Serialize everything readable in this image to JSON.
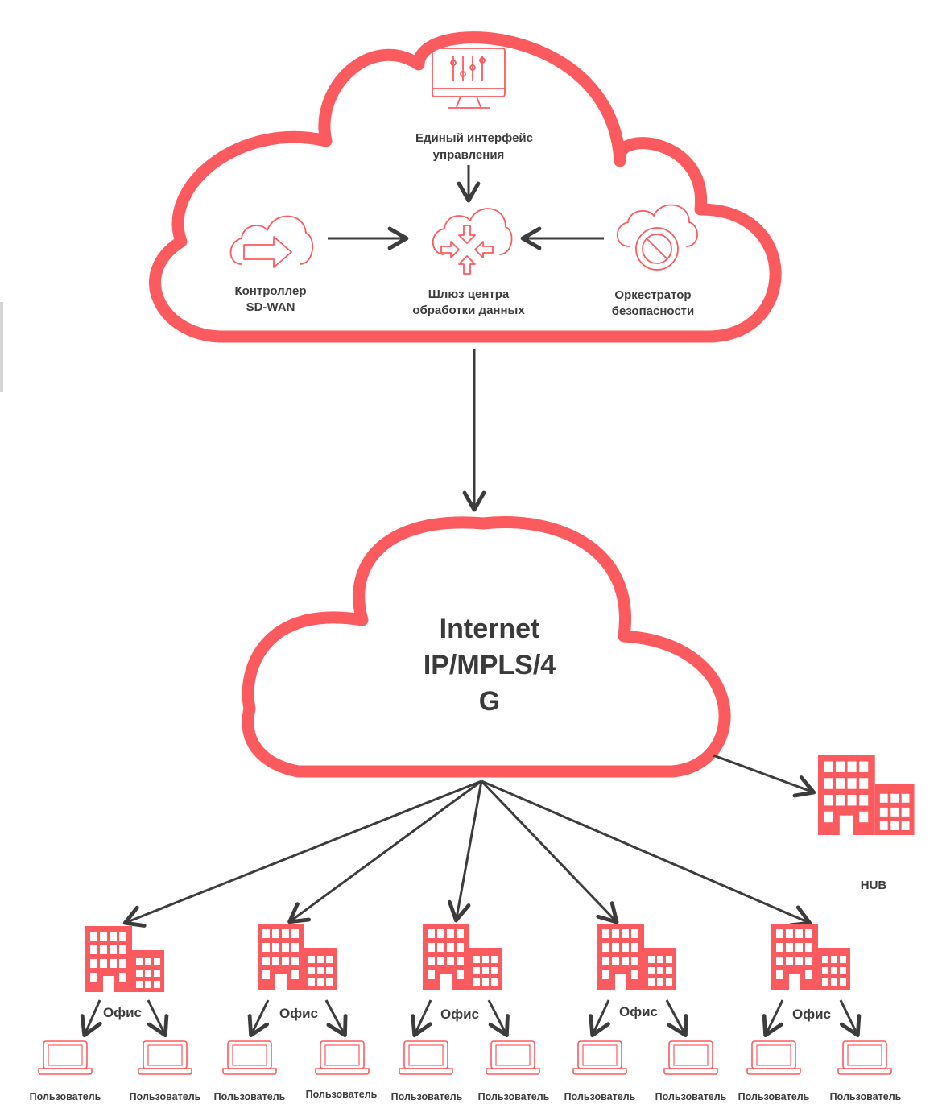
{
  "colors": {
    "accent": "#fb5a5f",
    "arrow": "#3c3c3c",
    "text": "#3c3c3c"
  },
  "top_cloud": {
    "management": {
      "icon": "monitor-sliders-icon",
      "line1": "Единый интерфейс",
      "line2": "управления"
    },
    "controller": {
      "icon": "cloud-arrow-icon",
      "line1": "Контроллер",
      "line2": "SD-WAN"
    },
    "gateway": {
      "icon": "cloud-router-icon",
      "line1": "Шлюз центра",
      "line2": "обработки данных"
    },
    "orchestrator": {
      "icon": "cloud-block-icon",
      "line1": "Оркестратор",
      "line2": "безопасности"
    }
  },
  "internet_cloud": {
    "line1": "Internet",
    "line2": "IP/MPLS/4",
    "line3": "G"
  },
  "hub": {
    "icon": "building-icon",
    "label": "HUB"
  },
  "offices": [
    {
      "label": "Офис",
      "users": [
        "Пользователь",
        "Пользователь"
      ]
    },
    {
      "label": "Офис",
      "users": [
        "Пользователь",
        "Пользователь"
      ]
    },
    {
      "label": "Офис",
      "users": [
        "Пользователь",
        "Пользователь"
      ]
    },
    {
      "label": "Офис",
      "users": [
        "Пользователь",
        "Пользователь"
      ]
    },
    {
      "label": "Офис",
      "users": [
        "Пользователь",
        "Пользователь"
      ]
    }
  ]
}
